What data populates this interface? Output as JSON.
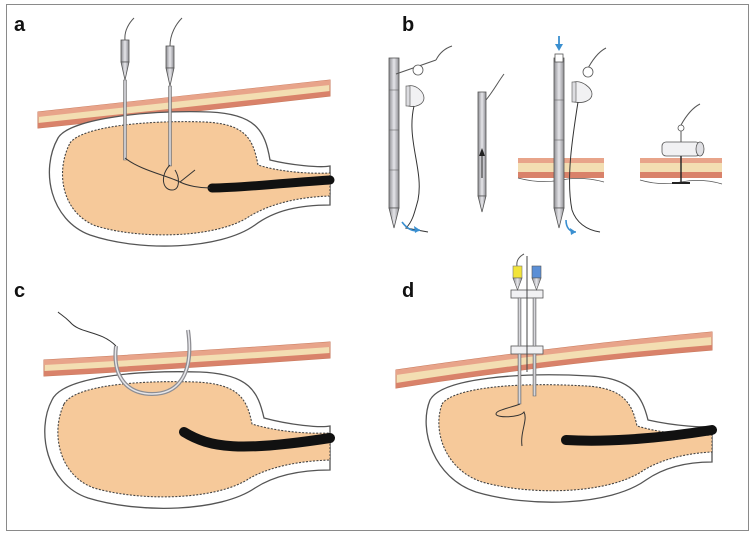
{
  "figure": {
    "panels": [
      {
        "letter": "a"
      },
      {
        "letter": "b"
      },
      {
        "letter": "c"
      },
      {
        "letter": "d"
      }
    ],
    "colors": {
      "stomach_fill": "#f6c99a",
      "stomach_wall": "#ffffff",
      "outline": "#555555",
      "skin_outer": "#e8a48a",
      "skin_fat": "#f3deb2",
      "skin_inner": "#d9826a",
      "endoscope": "#111111",
      "needle_metal": "#b9b9bd",
      "cap_yellow": "#f2e43a",
      "cap_blue": "#5b8fd6",
      "arrow_blue": "#3a8fd0"
    },
    "icons": [
      "needle-icon",
      "endoscope-icon",
      "suture-thread-icon",
      "arrow-icon",
      "t-fastener-icon"
    ]
  }
}
